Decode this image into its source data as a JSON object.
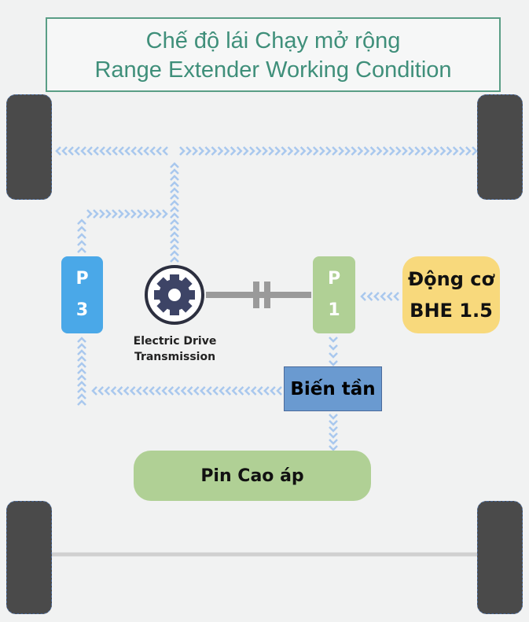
{
  "title": {
    "line1": "Chế độ lái Chạy mở rộng",
    "line2": "Range Extender Working Condition"
  },
  "p3": {
    "line1": "P",
    "line2": "3"
  },
  "p1": {
    "line1": "P",
    "line2": "1"
  },
  "engine": {
    "line1": "Động cơ",
    "line2": "BHE 1.5"
  },
  "edt": {
    "line1": "Electric Drive",
    "line2": "Transmission"
  },
  "inverter": "Biến tần",
  "battery": "Pin Cao áp",
  "colors": {
    "arrow": "#a9c8ee",
    "teal": "#3f8f7a",
    "p3": "#4aa8e8",
    "green": "#b0d095",
    "engine": "#f8d97c",
    "inverter": "#6a9ad0"
  }
}
